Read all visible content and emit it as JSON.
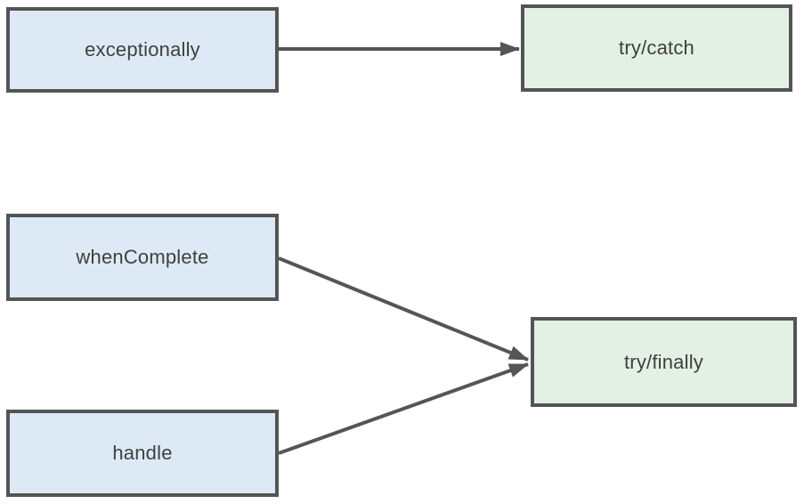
{
  "diagram": {
    "nodes": [
      {
        "id": "exceptionally",
        "label": "exceptionally",
        "kind": "method"
      },
      {
        "id": "try-catch",
        "label": "try/catch",
        "kind": "construct"
      },
      {
        "id": "whenComplete",
        "label": "whenComplete",
        "kind": "method"
      },
      {
        "id": "handle",
        "label": "handle",
        "kind": "method"
      },
      {
        "id": "try-finally",
        "label": "try/finally",
        "kind": "construct"
      }
    ],
    "edges": [
      {
        "from": "exceptionally",
        "to": "try-catch"
      },
      {
        "from": "whenComplete",
        "to": "try-finally"
      },
      {
        "from": "handle",
        "to": "try-finally"
      }
    ],
    "colors": {
      "method_fill": "#ddeaf6",
      "construct_fill": "#e3f0e4",
      "node_border": "#545454",
      "arrow": "#555555",
      "text": "#3f3f3f",
      "background": "#ffffff"
    }
  }
}
